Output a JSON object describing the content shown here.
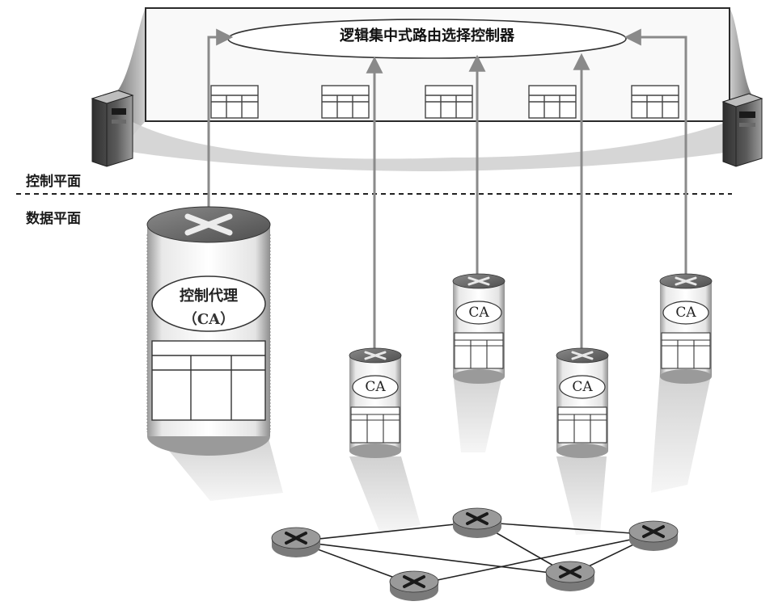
{
  "controller": {
    "title": "逻辑集中式路由选择控制器"
  },
  "planes": {
    "control": "控制平面",
    "data": "数据平面"
  },
  "agent": {
    "name": "控制代理",
    "abbr": "（CA）",
    "small_label": "CA"
  },
  "colors": {
    "line": "#555555",
    "arrow": "#8a8a8a",
    "router_top": "#6a6a6a",
    "shadow": "#d6d6d6",
    "panel_border": "#2a2a2a",
    "server_body": "#3a3a3a"
  }
}
